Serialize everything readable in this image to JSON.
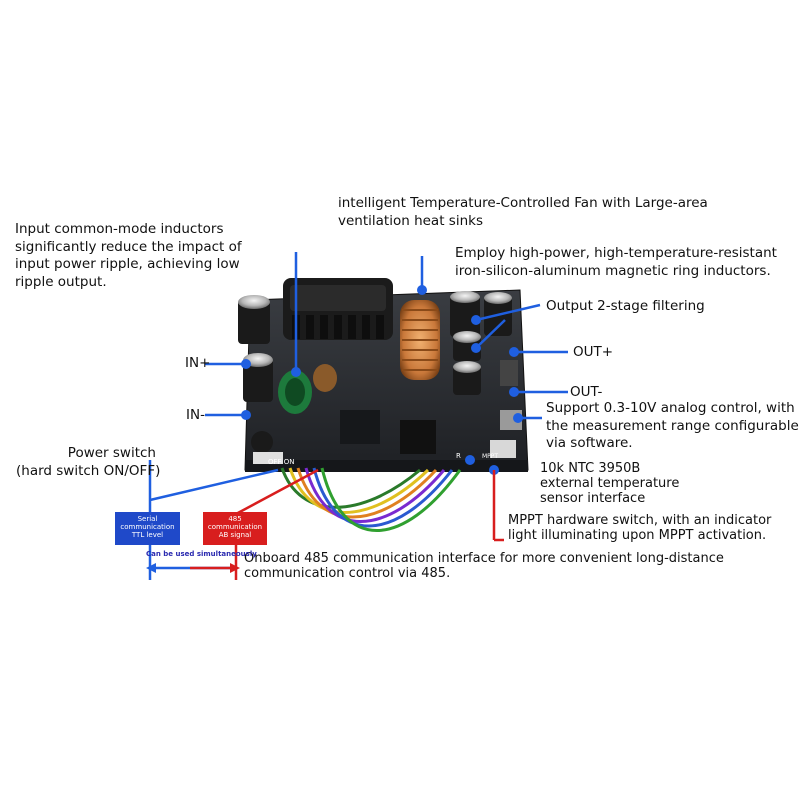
{
  "callouts": {
    "fan": [
      "intelligent Temperature-Controlled Fan with Large-area",
      "ventilation heat sinks"
    ],
    "input_inductors": [
      "Input common-mode inductors",
      "significantly reduce the impact of",
      "input power ripple, achieving low",
      "ripple output."
    ],
    "magnetic_inductors": [
      "Employ high-power, high-temperature-resistant",
      "iron-silicon-aluminum magnetic ring inductors."
    ],
    "output_filter": "Output 2-stage filtering",
    "in_plus": "IN+",
    "out_plus": "OUT+",
    "in_minus": "IN-",
    "out_minus": "OUT-",
    "analog_control": [
      "Support 0.3-10V analog control, with",
      "the measurement range configurable",
      "via software."
    ],
    "power_switch": [
      "Power switch",
      "(hard switch ON/OFF)"
    ],
    "ntc": [
      "10k NTC 3950B",
      "external temperature",
      "sensor interface"
    ],
    "mppt": [
      "MPPT hardware switch, with an indicator",
      "light illuminating upon MPPT activation."
    ],
    "rs485": [
      "Onboard 485 communication interface for more convenient long-distance",
      "communication control via 485."
    ]
  },
  "boxes": {
    "serial": [
      "Serial",
      "communication",
      "TTL level"
    ],
    "rs485": [
      "485",
      "communication",
      "AB signal"
    ],
    "simultaneous": "Can be used simultaneously"
  },
  "board_marks": {
    "off_on": "OFF  ON",
    "ntc_pcb": "R",
    "mppt_pcb": "MPPT"
  },
  "colors": {
    "arrow_blue": "#1f5fe0",
    "arrow_red": "#d81e1e",
    "inductor_copper": "#c9783a",
    "pcb": "#2b2e33"
  }
}
